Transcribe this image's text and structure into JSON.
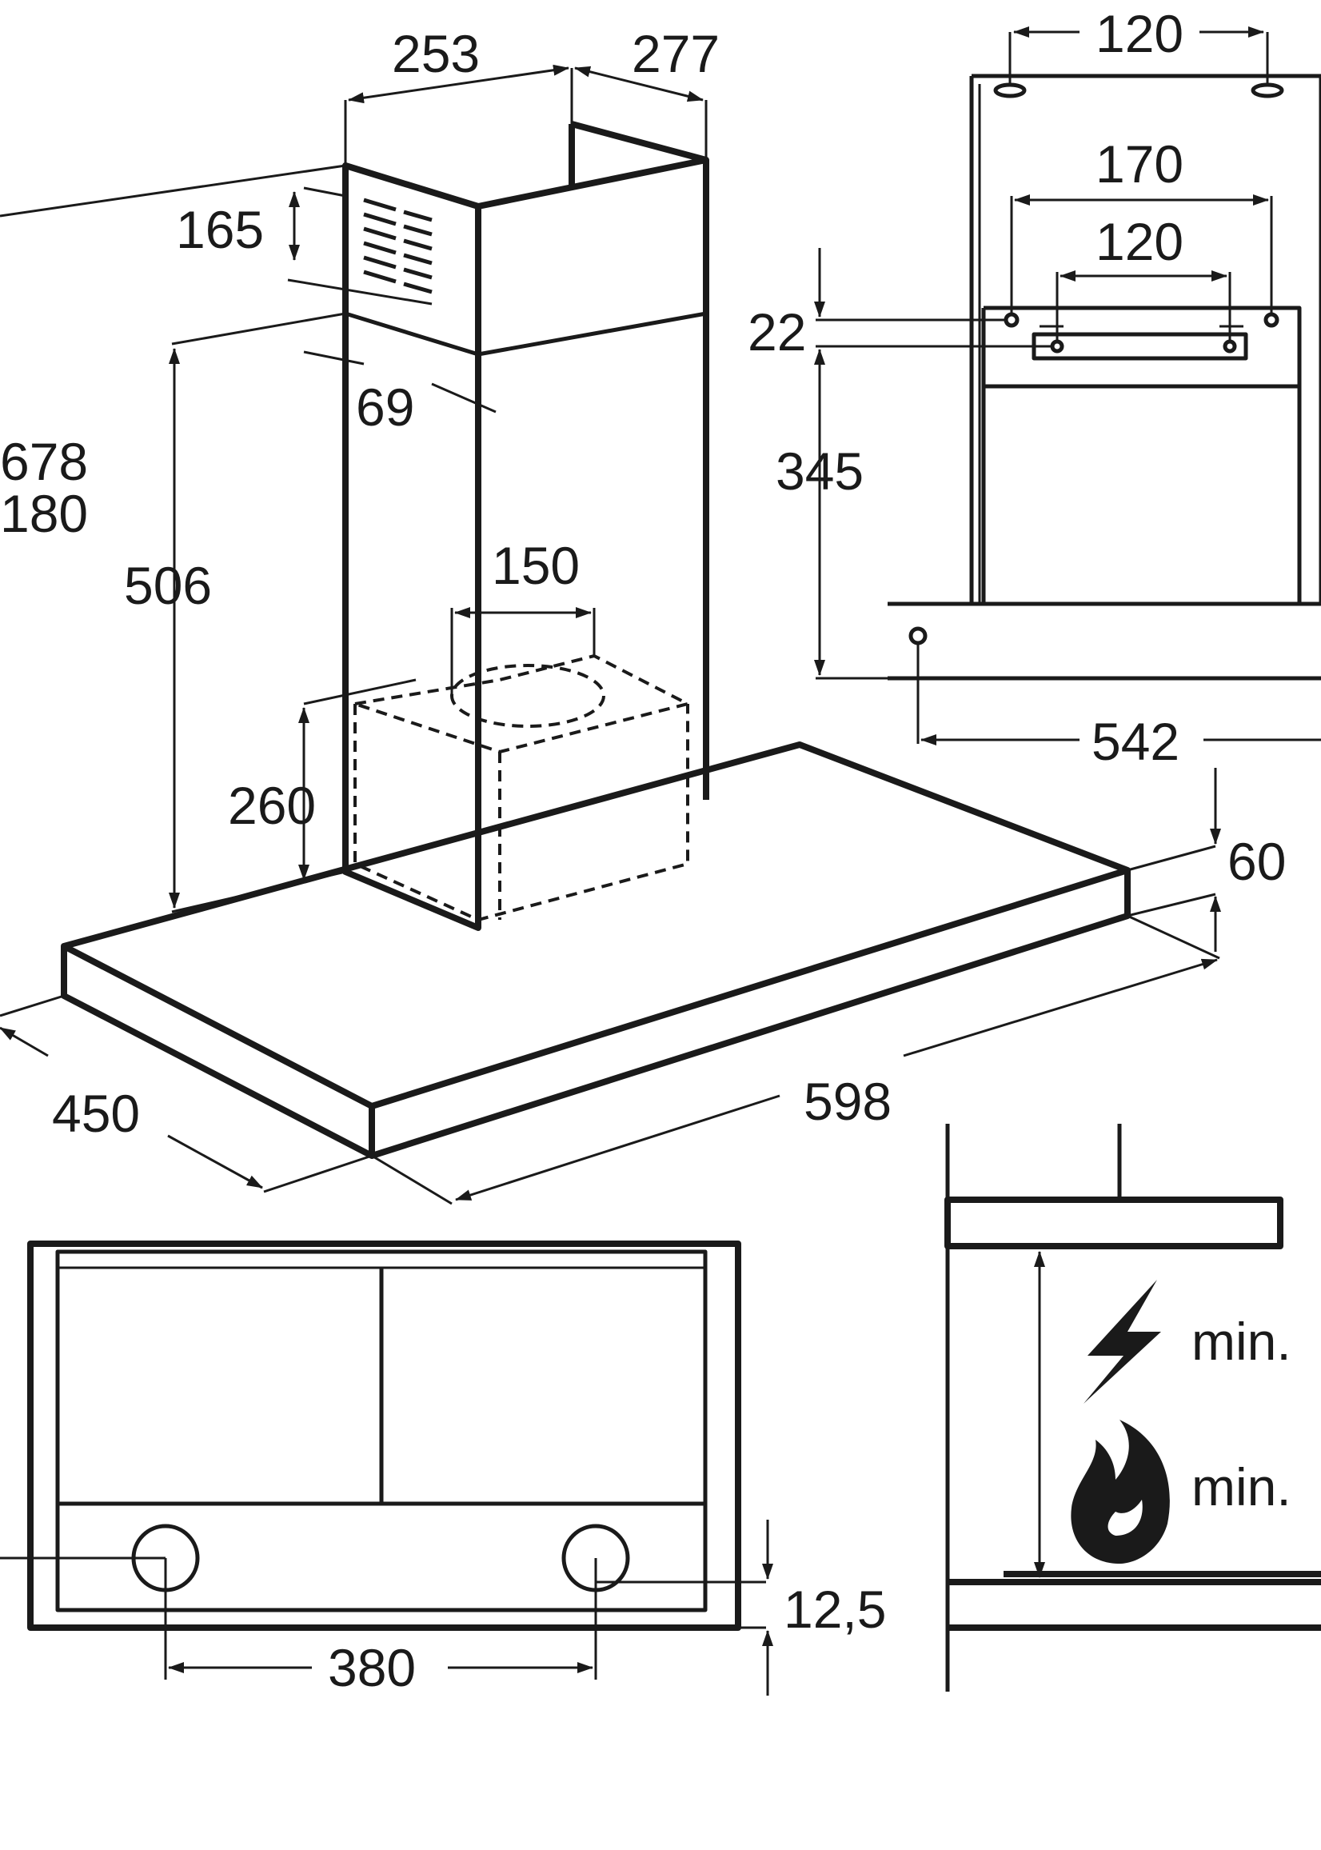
{
  "dimensions": {
    "chimney_width": "253",
    "chimney_depth": "277",
    "vent_slot_height": "165",
    "chimney_inset": "69",
    "height_max": "678",
    "height_min": "180",
    "chimney_lower_height": "506",
    "duct_diameter": "150",
    "motor_height": "260",
    "hood_depth": "450",
    "hood_width": "598",
    "hood_thickness": "60",
    "bracket_outer": "120",
    "bracket_holes_outer": "170",
    "bracket_holes_inner": "120",
    "bracket_offset": "22",
    "bracket_height": "345",
    "mount_width": "542",
    "light_spacing": "380",
    "light_offset": "12,5",
    "min_electric_label": "min.",
    "min_gas_label": "min."
  },
  "icons": {
    "electric": "lightning-bolt-icon",
    "gas": "gas-flame-icon"
  },
  "colors": {
    "line": "#1a1a1a",
    "background": "#ffffff"
  }
}
